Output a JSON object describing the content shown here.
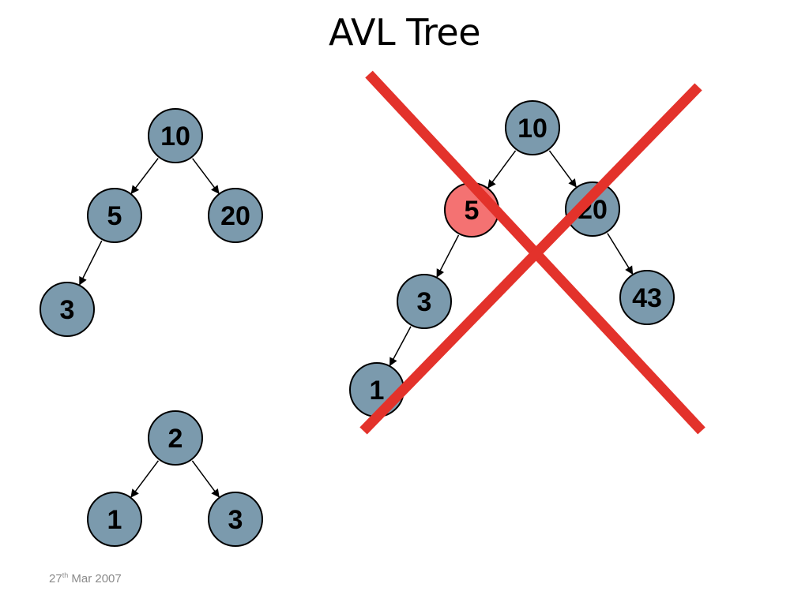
{
  "slide": {
    "title": "AVL Tree",
    "footer": {
      "day": "27",
      "suffix": "th",
      "rest": " Mar 2007"
    }
  },
  "colors": {
    "node_fill": "#7b9aad",
    "highlight_fill": "#f47272",
    "cross": "#e3322b",
    "edge": "#000000"
  },
  "trees": [
    {
      "id": "tree-a",
      "nodes": [
        {
          "id": "a10",
          "label": "10"
        },
        {
          "id": "a5",
          "label": "5"
        },
        {
          "id": "a20",
          "label": "20"
        },
        {
          "id": "a3",
          "label": "3"
        }
      ],
      "edges": [
        [
          "a10",
          "a5"
        ],
        [
          "a10",
          "a20"
        ],
        [
          "a5",
          "a3"
        ]
      ]
    },
    {
      "id": "tree-b",
      "nodes": [
        {
          "id": "b2",
          "label": "2"
        },
        {
          "id": "b1",
          "label": "1"
        },
        {
          "id": "b3",
          "label": "3"
        }
      ],
      "edges": [
        [
          "b2",
          "b1"
        ],
        [
          "b2",
          "b3"
        ]
      ]
    },
    {
      "id": "tree-c",
      "crossed_out": true,
      "nodes": [
        {
          "id": "c10",
          "label": "10"
        },
        {
          "id": "c5",
          "label": "5",
          "highlight": true
        },
        {
          "id": "c20",
          "label": "20"
        },
        {
          "id": "c3",
          "label": "3"
        },
        {
          "id": "c43",
          "label": "43"
        },
        {
          "id": "c1",
          "label": "1"
        }
      ],
      "edges": [
        [
          "c10",
          "c5"
        ],
        [
          "c10",
          "c20"
        ],
        [
          "c5",
          "c3"
        ],
        [
          "c20",
          "c43"
        ],
        [
          "c3",
          "c1"
        ]
      ]
    }
  ]
}
